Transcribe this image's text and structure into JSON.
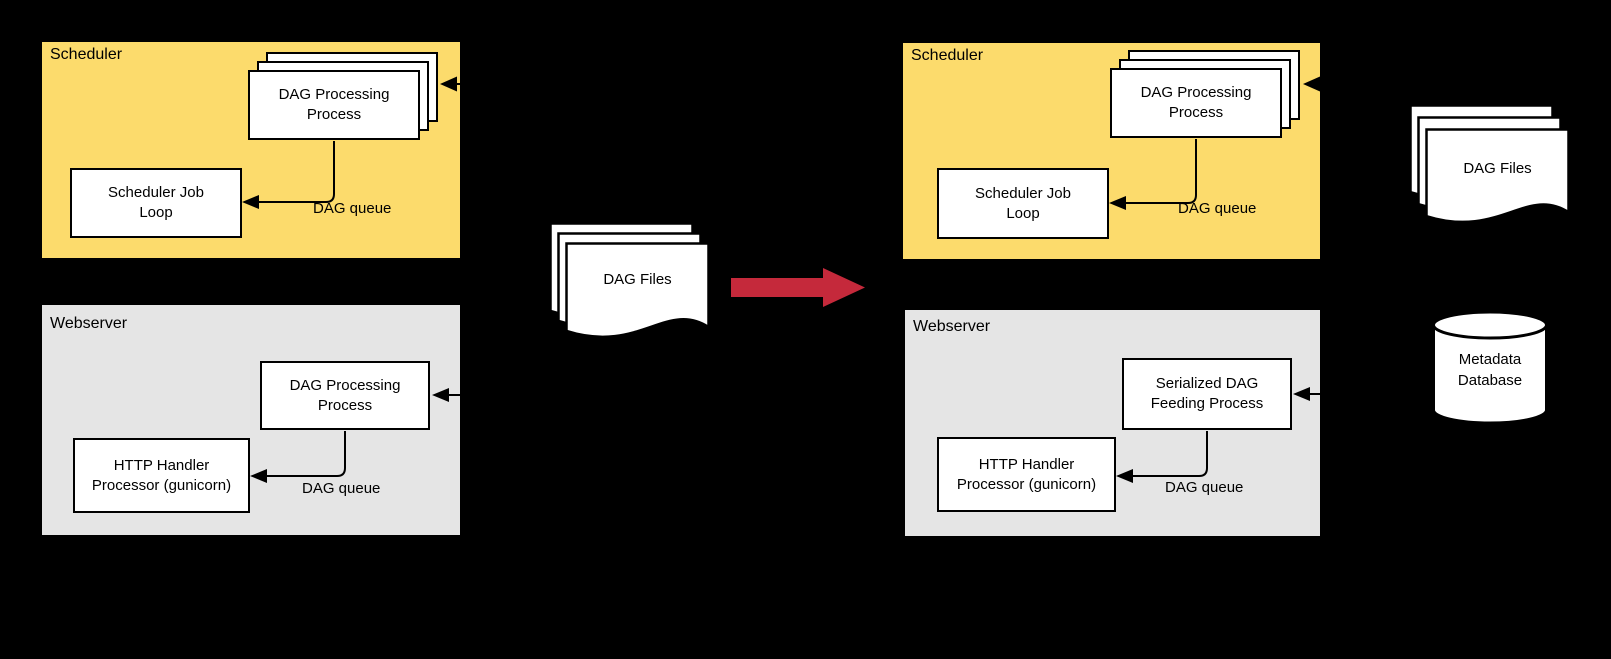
{
  "colors": {
    "background": "#000000",
    "scheduler_fill": "#FCDB6C",
    "webserver_fill": "#E5E5E5",
    "node_fill": "#FFFFFF",
    "stroke": "#000000",
    "transition_arrow": "#C5293B"
  },
  "before": {
    "scheduler": {
      "label": "Scheduler",
      "dag_processing_line1": "DAG Processing",
      "dag_processing_line2": "Process",
      "job_loop_line1": "Scheduler Job",
      "job_loop_line2": "Loop",
      "queue_label": "DAG queue"
    },
    "webserver": {
      "label": "Webserver",
      "dag_processing_line1": "DAG Processing",
      "dag_processing_line2": "Process",
      "http_handler_line1": "HTTP Handler",
      "http_handler_line2": "Processor (gunicorn)",
      "queue_label": "DAG queue"
    }
  },
  "transition": {
    "dag_files_label": "DAG Files"
  },
  "after": {
    "scheduler": {
      "label": "Scheduler",
      "dag_processing_line1": "DAG Processing",
      "dag_processing_line2": "Process",
      "job_loop_line1": "Scheduler Job",
      "job_loop_line2": "Loop",
      "queue_label": "DAG queue"
    },
    "webserver": {
      "label": "Webserver",
      "feeding_line1": "Serialized DAG",
      "feeding_line2": "Feeding Process",
      "http_handler_line1": "HTTP Handler",
      "http_handler_line2": "Processor (gunicorn)",
      "queue_label": "DAG queue"
    },
    "dag_files_label": "DAG Files",
    "metadata_db_line1": "Metadata",
    "metadata_db_line2": "Database"
  }
}
